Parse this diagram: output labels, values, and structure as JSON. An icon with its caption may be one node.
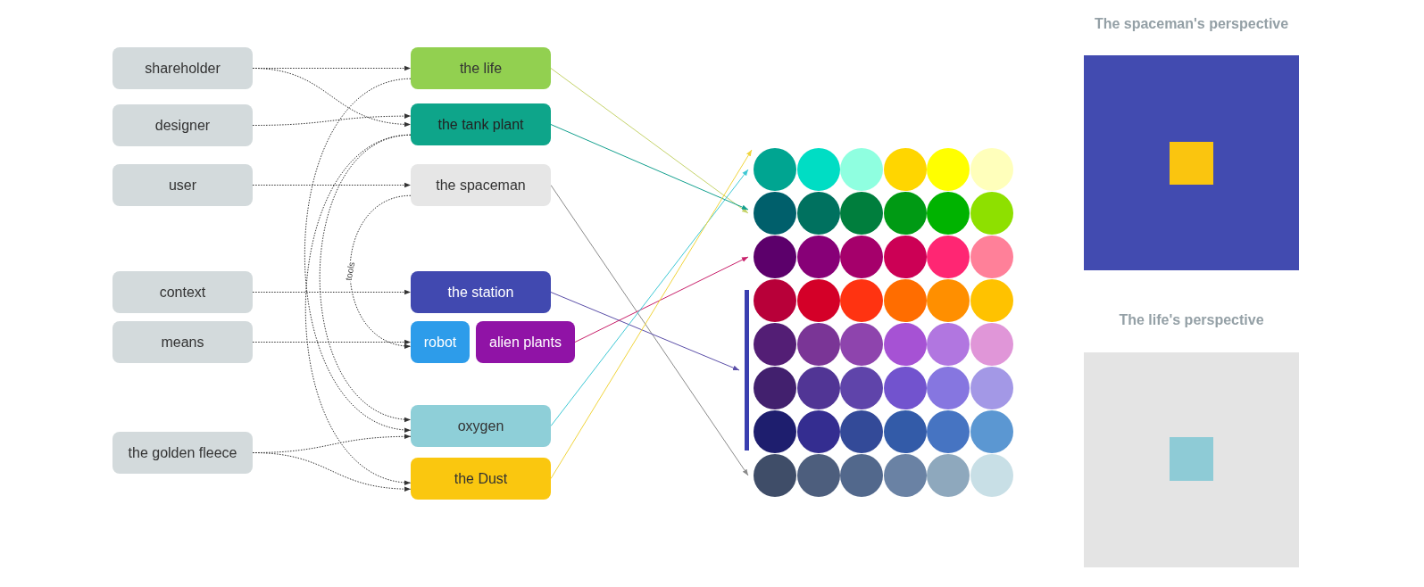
{
  "diagram": {
    "nodes": [
      {
        "text": [
          "shareholder"
        ]
      },
      {
        "text": [
          "designer"
        ]
      },
      {
        "text": [
          "user"
        ]
      },
      {
        "text": [
          "context"
        ]
      },
      {
        "text": [
          "means"
        ]
      },
      {
        "text": [
          "the golden fleece"
        ]
      },
      {
        "text": [
          "the life"
        ]
      },
      {
        "text": [
          "the tank plant"
        ]
      },
      {
        "text": [
          "the spaceman"
        ]
      },
      {
        "text": [
          "the station"
        ]
      },
      {
        "text": [
          "robot"
        ]
      },
      {
        "text": [
          "alien plants"
        ]
      },
      {
        "text": [
          "oxygen"
        ]
      },
      {
        "text": [
          "the Dust"
        ]
      },
      {
        "text": [],
        "shape": "bar"
      },
      {
        "text": [],
        "shape": "circle"
      },
      {
        "text": [],
        "shape": "circle"
      },
      {
        "text": [],
        "shape": "circle"
      },
      {
        "text": [],
        "shape": "circle"
      },
      {
        "text": [],
        "shape": "circle"
      },
      {
        "text": [],
        "shape": "circle"
      },
      {
        "text": [],
        "shape": "circle"
      },
      {
        "text": [],
        "shape": "circle"
      },
      {
        "text": [],
        "shape": "circle"
      },
      {
        "text": [],
        "shape": "circle"
      },
      {
        "text": [],
        "shape": "circle"
      },
      {
        "text": [],
        "shape": "circle"
      },
      {
        "text": [],
        "shape": "circle"
      },
      {
        "text": [],
        "shape": "circle"
      },
      {
        "text": [],
        "shape": "circle"
      },
      {
        "text": [],
        "shape": "circle"
      },
      {
        "text": [],
        "shape": "circle"
      },
      {
        "text": [],
        "shape": "circle"
      },
      {
        "text": [],
        "shape": "circle"
      },
      {
        "text": [],
        "shape": "circle"
      },
      {
        "text": [],
        "shape": "circle"
      },
      {
        "text": [],
        "shape": "circle"
      },
      {
        "text": [],
        "shape": "circle"
      },
      {
        "text": [],
        "shape": "circle"
      },
      {
        "text": [],
        "shape": "circle"
      },
      {
        "text": [],
        "shape": "circle"
      },
      {
        "text": [],
        "shape": "circle"
      },
      {
        "text": [],
        "shape": "circle"
      },
      {
        "text": [],
        "shape": "circle"
      },
      {
        "text": [],
        "shape": "circle"
      },
      {
        "text": [],
        "shape": "circle"
      },
      {
        "text": [],
        "shape": "circle"
      },
      {
        "text": [],
        "shape": "circle"
      },
      {
        "text": [],
        "shape": "circle"
      },
      {
        "text": [],
        "shape": "circle"
      },
      {
        "text": [],
        "shape": "circle"
      },
      {
        "text": [],
        "shape": "circle"
      },
      {
        "text": [],
        "shape": "circle"
      },
      {
        "text": [],
        "shape": "circle"
      },
      {
        "text": [],
        "shape": "circle"
      },
      {
        "text": [],
        "shape": "circle"
      },
      {
        "text": [],
        "shape": "circle"
      },
      {
        "text": [],
        "shape": "circle"
      },
      {
        "text": [],
        "shape": "circle"
      },
      {
        "text": [],
        "shape": "circle"
      },
      {
        "text": [],
        "shape": "circle"
      },
      {
        "text": [],
        "shape": "circle"
      },
      {
        "text": [],
        "shape": "circle"
      },
      {
        "text": [
          "The spaceman's perspective"
        ]
      },
      {
        "text": [],
        "shape": "box",
        "in": 63
      },
      {
        "text": [
          "The life's perspective"
        ]
      },
      {
        "text": [],
        "shape": "box",
        "in": 65
      }
    ],
    "edges": [
      {
        "from": 0,
        "to": 6,
        "arrow": "to",
        "style": "dashed"
      },
      {
        "from": 0,
        "to": 7,
        "arrow": "to",
        "style": "dashed"
      },
      {
        "from": 1,
        "to": 7,
        "arrow": "to",
        "style": "dashed"
      },
      {
        "from": 2,
        "to": 8,
        "arrow": "to",
        "style": "dashed"
      },
      {
        "from": 3,
        "to": 9,
        "arrow": "to",
        "style": "dashed"
      },
      {
        "from": 4,
        "to": 10,
        "arrow": "to",
        "style": "dashed"
      },
      {
        "from": 5,
        "to": 12,
        "arrow": "to",
        "style": "dashed"
      },
      {
        "from": 5,
        "to": 13,
        "arrow": "to",
        "style": "dashed"
      },
      {
        "from": 6,
        "to": 12,
        "arrow": "to",
        "style": "dashed"
      },
      {
        "from": 7,
        "to": 12,
        "arrow": "to",
        "style": "dashed"
      },
      {
        "from": 7,
        "to": 13,
        "arrow": "to",
        "style": "dashed"
      },
      {
        "from": 8,
        "to": 10,
        "arrow": "to",
        "style": "dashed",
        "label": "tools"
      },
      {
        "from": 6,
        "to": 21,
        "arrow": "to",
        "color": "#c5d36b"
      },
      {
        "from": 7,
        "to": 21,
        "arrow": "to",
        "color": "#13a08e"
      },
      {
        "from": 8,
        "to": 57,
        "arrow": "to",
        "color": "#8a8a8a"
      },
      {
        "from": 9,
        "to": 14,
        "arrow": "to",
        "color": "#5b4fa8"
      },
      {
        "from": 11,
        "to": 27,
        "arrow": "to",
        "color": "#c8206a"
      },
      {
        "from": 12,
        "to": 15,
        "arrow": "to",
        "color": "#3ec8d4"
      },
      {
        "from": 13,
        "to": 15,
        "arrow": "to",
        "color": "#f0d43c"
      }
    ]
  }
}
